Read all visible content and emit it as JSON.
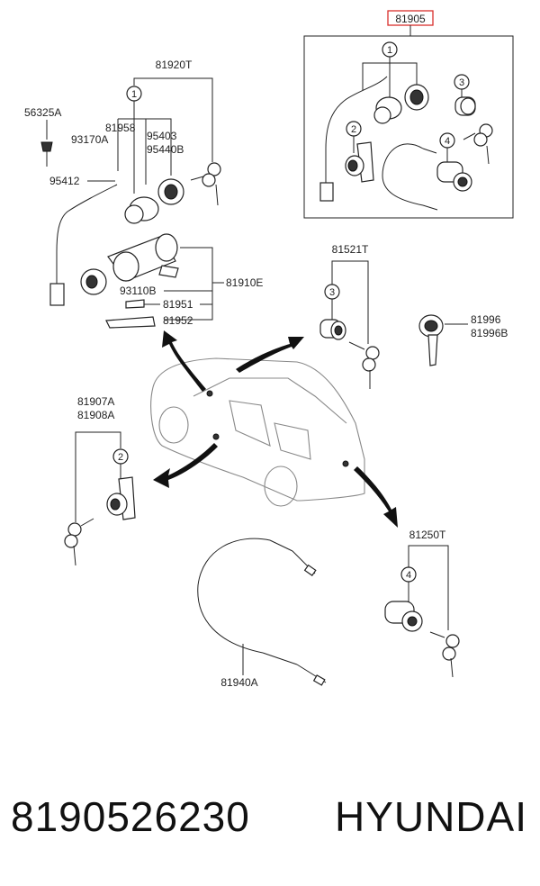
{
  "kit": {
    "label": "81905",
    "highlight_color": "#d9302c"
  },
  "kit_parts": {
    "c1": "1",
    "c2": "2",
    "c3": "3",
    "c4": "4"
  },
  "g81920": {
    "title": "81920T",
    "circle": "1",
    "l56325": "56325A",
    "l81958": "81958",
    "l93170": "93170A",
    "l95403": "95403",
    "l95440": "95440B",
    "l95412": "95412"
  },
  "g81910": {
    "title": "81910E",
    "l93110": "93110B",
    "l81951": "81951",
    "l81952": "81952"
  },
  "g81521": {
    "title": "81521T",
    "circle": "3"
  },
  "g81996": {
    "l1": "81996",
    "l2": "81996B"
  },
  "g81907": {
    "l1": "81907A",
    "l2": "81908A",
    "circle": "2"
  },
  "g81250": {
    "title": "81250T",
    "circle": "4"
  },
  "g81940": {
    "title": "81940A"
  },
  "footer": {
    "part_number": "8190526230",
    "brand": "HYUNDAI"
  }
}
